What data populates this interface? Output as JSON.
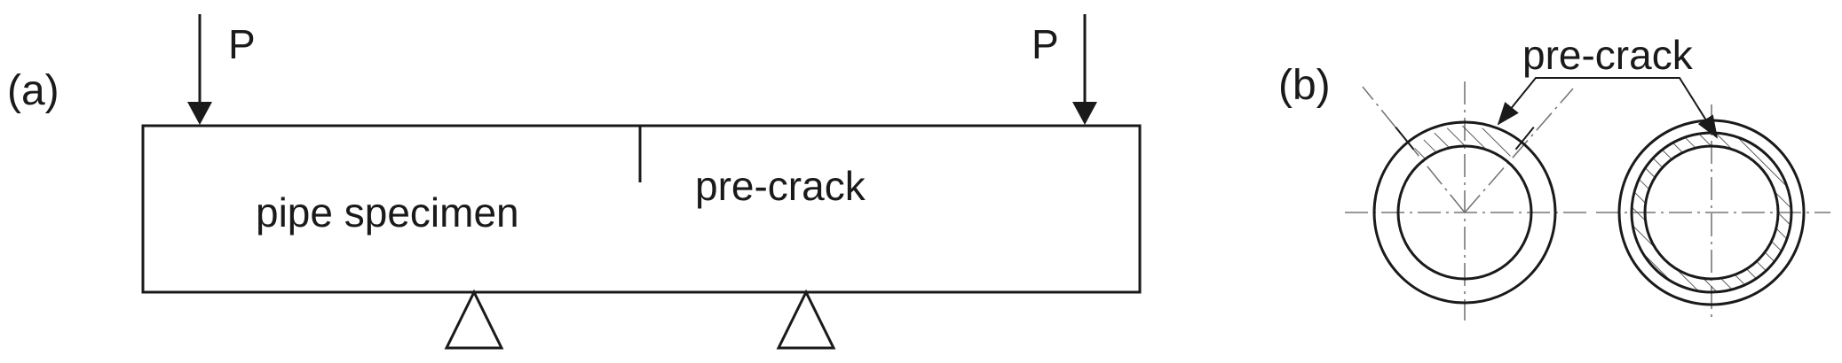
{
  "panel_a": {
    "label": "(a)",
    "load_left": "P",
    "load_right": "P",
    "specimen_label": "pipe specimen",
    "crack_label": "pre-crack"
  },
  "panel_b": {
    "label": "(b)",
    "crack_label": "pre-crack"
  },
  "colors": {
    "line": "#1a1a1a",
    "centerline": "#777777",
    "background": "#ffffff"
  }
}
